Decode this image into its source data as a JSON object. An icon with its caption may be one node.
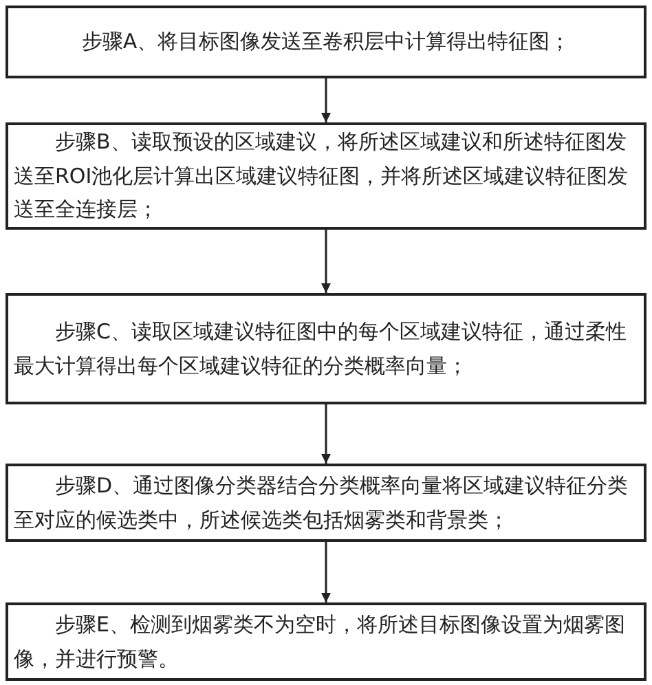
{
  "diagram": {
    "nodes": [
      {
        "text": [
          "步骤A、将目标图像发送至卷积层中计算得出特征图；"
        ]
      },
      {
        "text": [
          "步骤B、读取预设的区域建议，将所述区域建议和所述特征图发送至ROI池化层计算出区域建议特征图，并将所述区域建议特征图发送至全连接层；"
        ]
      },
      {
        "text": [
          "步骤C、读取区域建议特征图中的每个区域建议特征，通过柔性最大计算得出每个区域建议特征的分类概率向量；"
        ]
      },
      {
        "text": [
          "步骤D、通过图像分类器结合分类概率向量将区域建议特征分类至对应的候选类中，所述候选类包括烟雾类和背景类；"
        ]
      },
      {
        "text": [
          "步骤E、检测到烟雾类不为空时，将所述目标图像设置为烟雾图像，并进行预警。"
        ]
      }
    ],
    "edges": [
      {
        "from": 0,
        "to": 1,
        "arrow": "to"
      },
      {
        "from": 1,
        "to": 2,
        "arrow": "to"
      },
      {
        "from": 2,
        "to": 3,
        "arrow": "to"
      },
      {
        "from": 3,
        "to": 4,
        "arrow": "to"
      }
    ]
  }
}
